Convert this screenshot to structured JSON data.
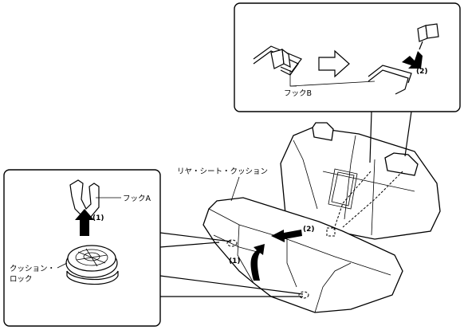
{
  "labels": {
    "hook_b": "フックB",
    "hook_a": "フックA",
    "rear_seat_cushion": "リヤ・シート・クッション",
    "cushion_lock_line1": "クッション・",
    "cushion_lock_line2": "ロック"
  },
  "steps": {
    "step1_detail": "(1)",
    "step1_main": "(1)",
    "step2_detail": "(2)",
    "step2_main": "(2)"
  }
}
